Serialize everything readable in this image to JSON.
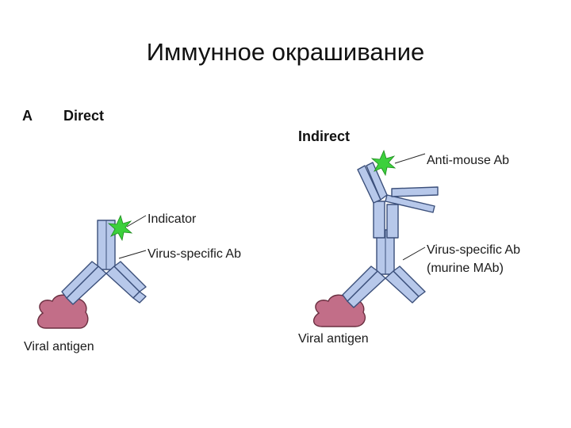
{
  "title": "Иммунное окрашивание",
  "panel_letter": "A",
  "direct": {
    "heading": "Direct",
    "labels": {
      "indicator": "Indicator",
      "virus_ab": "Virus-specific Ab",
      "antigen": "Viral antigen"
    }
  },
  "indirect": {
    "heading": "Indirect",
    "labels": {
      "anti_mouse": "Anti-mouse Ab",
      "virus_ab_line1": "Virus-specific Ab",
      "virus_ab_line2": "(murine MAb)",
      "antigen": "Viral antigen"
    }
  },
  "colors": {
    "antibody_fill": "#b7c8ea",
    "antibody_outline": "#3b4f7a",
    "antigen_fill": "#c26e88",
    "indicator_star": "#3cd03c"
  }
}
